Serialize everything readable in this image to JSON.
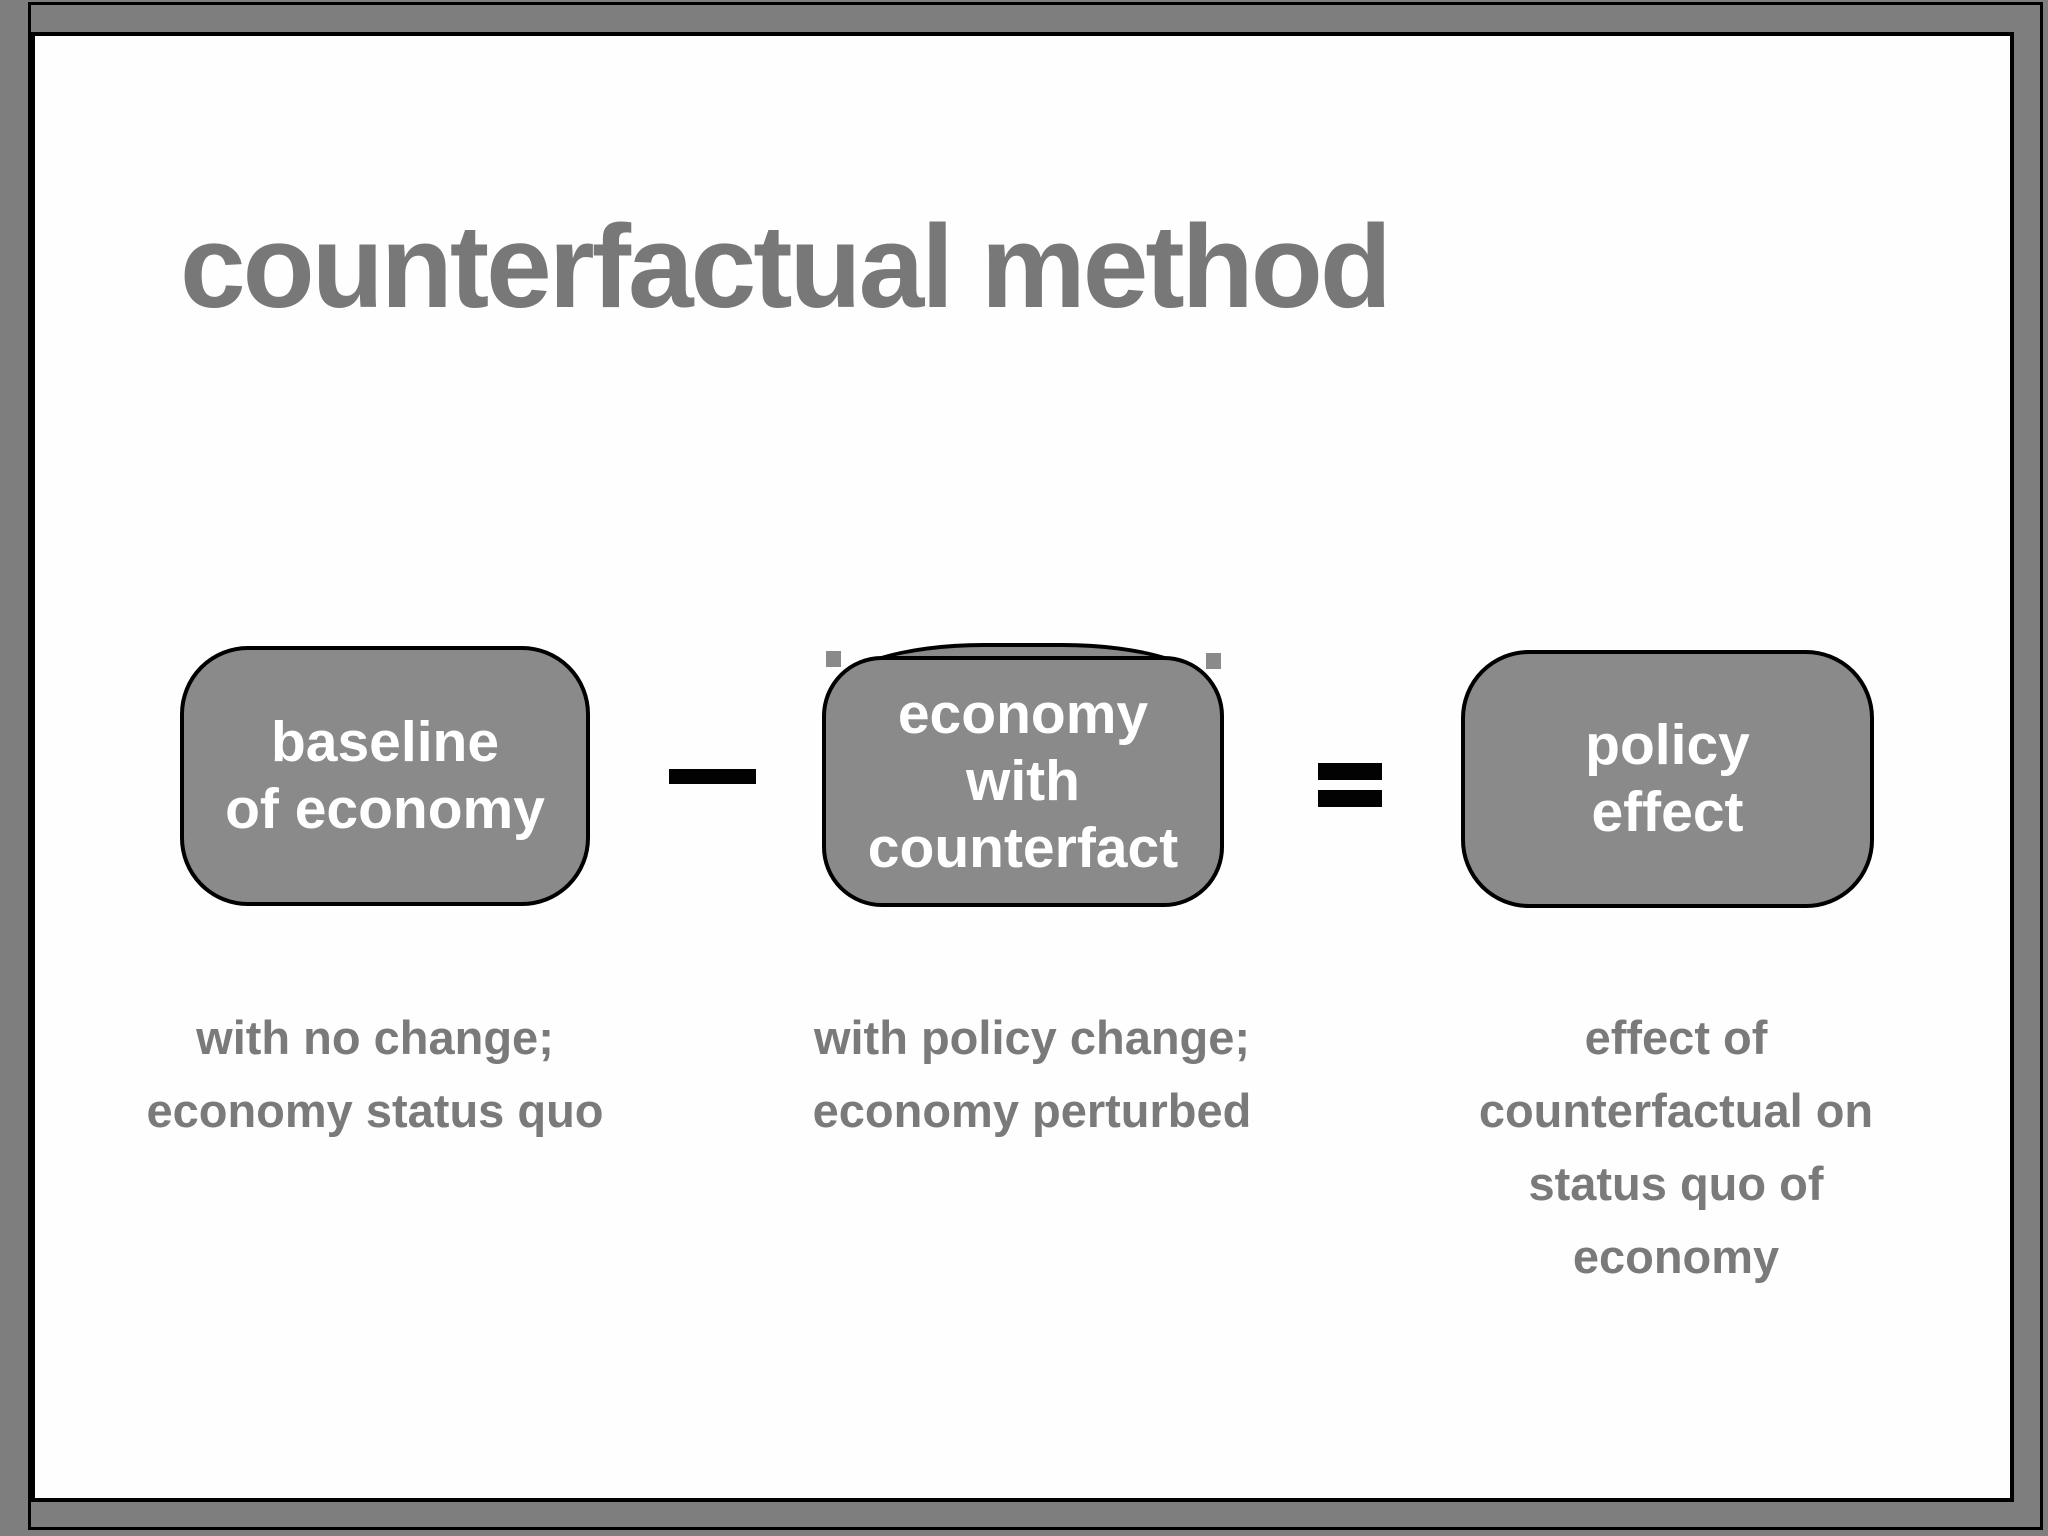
{
  "slide": {
    "title": "counterfactual method",
    "equation": {
      "boxes": [
        {
          "name": "baseline-of-economy",
          "label": "baseline\nof economy",
          "caption": "with no change;\neconomy status quo"
        },
        {
          "name": "economy-with-counterfact",
          "label": "economy\nwith\ncounterfact",
          "caption": "with policy change;\neconomy perturbed"
        },
        {
          "name": "policy-effect",
          "label": "policy\neffect",
          "caption": "effect of\ncounterfactual on\nstatus quo of\neconomy"
        }
      ],
      "operators": {
        "minus": "−",
        "equals": "="
      }
    },
    "colors": {
      "surround_gray": "#7e7e7e",
      "slide_white": "#fefefe",
      "box_fill_gray": "#8a8a8a",
      "box_text_white": "#ffffff",
      "title_gray": "#787878",
      "caption_gray": "#7a7a7a",
      "line_black": "#000000"
    }
  }
}
